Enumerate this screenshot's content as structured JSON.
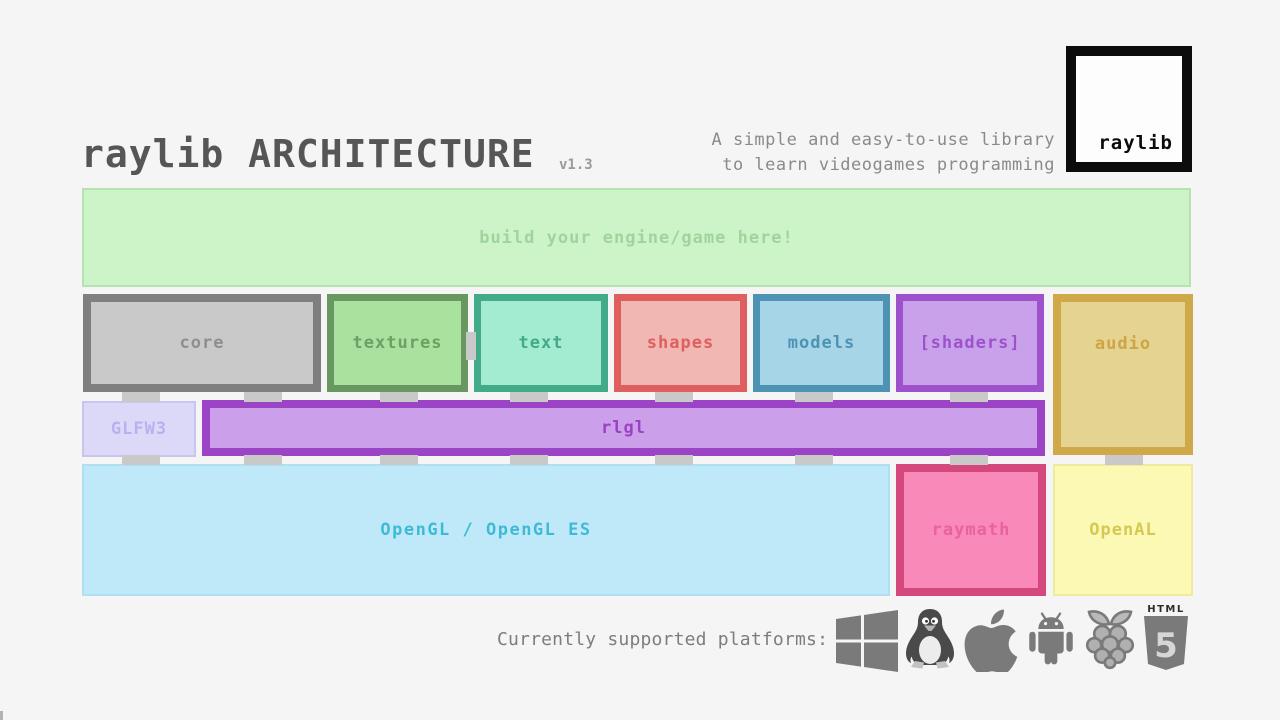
{
  "header": {
    "title": "raylib ARCHITECTURE",
    "title_color": "#565656",
    "version": "v1.3",
    "version_color": "#9a9a9a",
    "tagline_line1": "A simple and easy-to-use library",
    "tagline_line2": "to learn videogames programming",
    "tagline_color": "#8a8a8a",
    "logo_text": "raylib"
  },
  "diagram": {
    "engine_box": {
      "label": "build your engine/game here!",
      "fill": "#cdf4c8",
      "border": "#b5e2b0",
      "text_color": "#9fd49f"
    },
    "modules": [
      {
        "id": "core",
        "label": "core",
        "border": "#7f7f7f",
        "fill": "#c9c9c9",
        "text_color": "#8f8f8f"
      },
      {
        "id": "textures",
        "label": "textures",
        "border": "#68975f",
        "fill": "#a9e29e",
        "text_color": "#6f9f66"
      },
      {
        "id": "text",
        "label": "text",
        "border": "#41aa88",
        "fill": "#a4ecd1",
        "text_color": "#41aa88"
      },
      {
        "id": "shapes",
        "label": "shapes",
        "border": "#df5f5f",
        "fill": "#f0b7b3",
        "text_color": "#df5f5f"
      },
      {
        "id": "models",
        "label": "models",
        "border": "#4e93b4",
        "fill": "#a5d5e7",
        "text_color": "#4e93b4"
      },
      {
        "id": "shaders",
        "label": "[shaders]",
        "border": "#9d52cc",
        "fill": "#c9a1eb",
        "text_color": "#9d52cc"
      },
      {
        "id": "audio",
        "label": "audio",
        "border": "#cfa84a",
        "fill": "#e5d392",
        "text_color": "#cfa443"
      }
    ],
    "glfw_box": {
      "label": "GLFW3",
      "border": "#c9c5f0",
      "fill": "#dcd9f8",
      "text_color": "#b6b2ef"
    },
    "rlgl_box": {
      "label": "rlgl",
      "border": "#9b44c6",
      "fill": "#cb9fea",
      "text_color": "#9a42c6"
    },
    "opengl_box": {
      "label": "OpenGL / OpenGL ES",
      "border": "#afe0f2",
      "fill": "#bfe9f8",
      "text_color": "#3fbad6"
    },
    "raymath_box": {
      "label": "raymath",
      "border": "#d5487e",
      "fill": "#f889b9",
      "text_color": "#e8639c"
    },
    "openal_box": {
      "label": "OpenAL",
      "border": "#eeeb9e",
      "fill": "#fbf9b4",
      "text_color": "#d5c854"
    },
    "connector_color": "#c9c9c9"
  },
  "platforms": {
    "label": "Currently supported platforms:",
    "text_color": "#7d7d7d",
    "icon_color": "#7a7a7a",
    "icons": [
      "windows",
      "linux",
      "apple",
      "android",
      "raspberry-pi",
      "html5"
    ],
    "html5_badge": {
      "top_text": "HTML",
      "number": "5"
    }
  }
}
